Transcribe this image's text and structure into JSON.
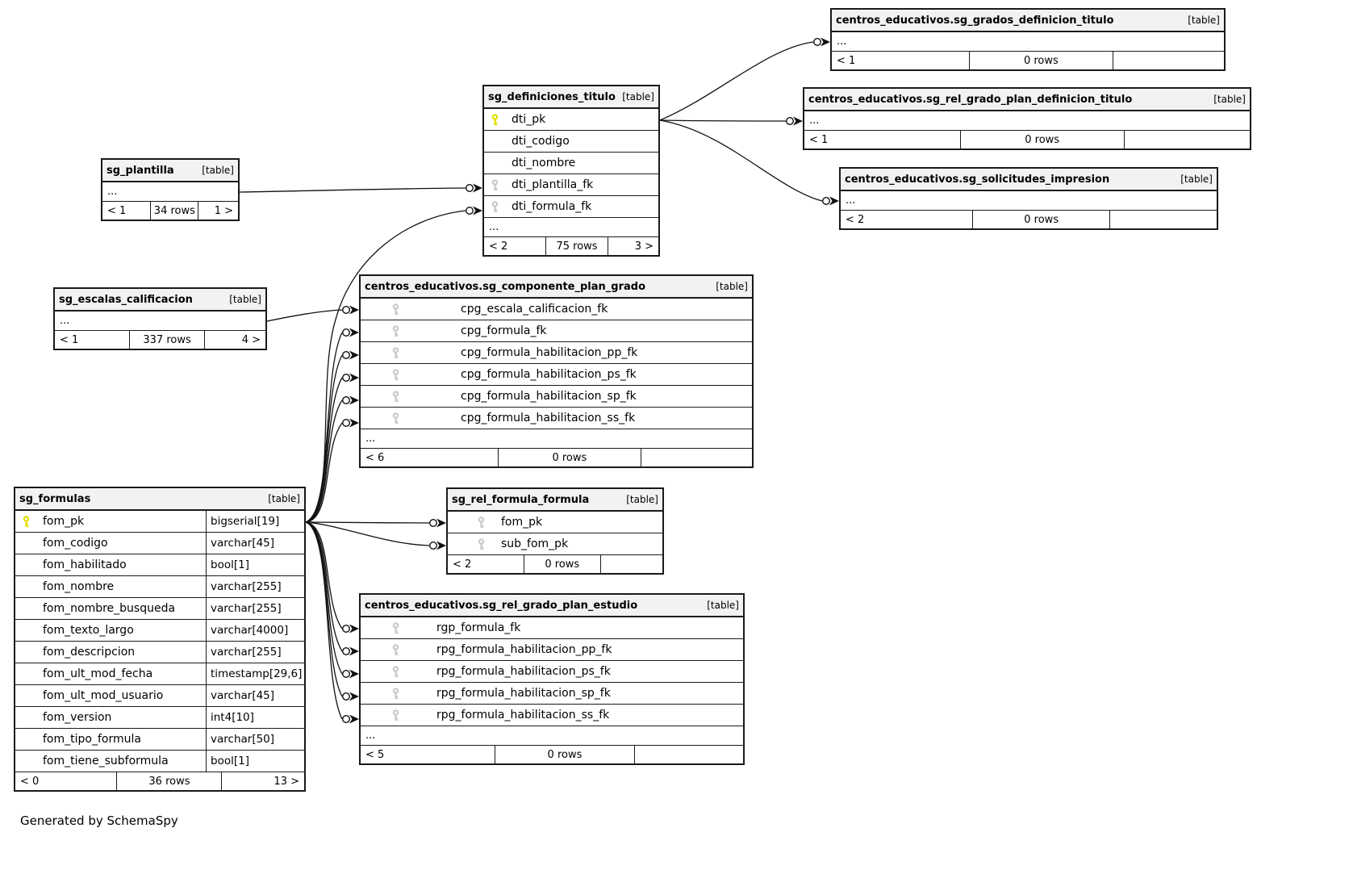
{
  "diagram": {
    "footer_note": "Generated by SchemaSpy"
  },
  "colors": {
    "header_bg": "#f2f2f2",
    "border": "#1a1a1a",
    "wire": "#111111",
    "primary_key": "#e0e000",
    "foreign_key": "#c9c9c9"
  },
  "entities": [
    {
      "id": "sg_grados_definicion_titulo",
      "title": "centros_educativos.sg_grados_definicion_titulo",
      "tag": "[table]",
      "columns": [
        {
          "ellipsis": true,
          "name": "..."
        }
      ],
      "stats": [
        "< 1",
        "0 rows",
        ""
      ]
    },
    {
      "id": "sg_rel_grado_plan_definicion_titulo",
      "title": "centros_educativos.sg_rel_grado_plan_definicion_titulo",
      "tag": "[table]",
      "columns": [
        {
          "ellipsis": true,
          "name": "..."
        }
      ],
      "stats": [
        "< 1",
        "0 rows",
        ""
      ]
    },
    {
      "id": "sg_solicitudes_impresion",
      "title": "centros_educativos.sg_solicitudes_impresion",
      "tag": "[table]",
      "columns": [
        {
          "ellipsis": true,
          "name": "..."
        }
      ],
      "stats": [
        "< 2",
        "0 rows",
        ""
      ]
    },
    {
      "id": "sg_definiciones_titulo",
      "title": "sg_definiciones_titulo",
      "tag": "[table]",
      "columns": [
        {
          "icon": "primary-key-icon",
          "name": "dti_pk"
        },
        {
          "icon": null,
          "name": "dti_codigo"
        },
        {
          "icon": null,
          "name": "dti_nombre"
        },
        {
          "icon": "foreign-key-icon",
          "name": "dti_plantilla_fk"
        },
        {
          "icon": "foreign-key-icon",
          "name": "dti_formula_fk"
        },
        {
          "ellipsis": true,
          "name": "..."
        }
      ],
      "stats": [
        "< 2",
        "75 rows",
        "3 >"
      ]
    },
    {
      "id": "sg_plantilla",
      "title": "sg_plantilla",
      "tag": "[table]",
      "columns": [
        {
          "ellipsis": true,
          "name": "..."
        }
      ],
      "stats": [
        "< 1",
        "34 rows",
        "1 >"
      ]
    },
    {
      "id": "sg_escalas_calificacion",
      "title": "sg_escalas_calificacion",
      "tag": "[table]",
      "columns": [
        {
          "ellipsis": true,
          "name": "..."
        }
      ],
      "stats": [
        "< 1",
        "337 rows",
        "4 >"
      ]
    },
    {
      "id": "sg_componente_plan_grado",
      "title": "centros_educativos.sg_componente_plan_grado",
      "tag": "[table]",
      "columns": [
        {
          "icon": "foreign-key-icon",
          "name": "cpg_escala_calificacion_fk"
        },
        {
          "icon": "foreign-key-icon",
          "name": "cpg_formula_fk"
        },
        {
          "icon": "foreign-key-icon",
          "name": "cpg_formula_habilitacion_pp_fk"
        },
        {
          "icon": "foreign-key-icon",
          "name": "cpg_formula_habilitacion_ps_fk"
        },
        {
          "icon": "foreign-key-icon",
          "name": "cpg_formula_habilitacion_sp_fk"
        },
        {
          "icon": "foreign-key-icon",
          "name": "cpg_formula_habilitacion_ss_fk"
        },
        {
          "ellipsis": true,
          "name": "..."
        }
      ],
      "stats": [
        "< 6",
        "0 rows",
        ""
      ]
    },
    {
      "id": "sg_formulas",
      "title": "sg_formulas",
      "tag": "[table]",
      "columns": [
        {
          "icon": "primary-key-icon",
          "name": "fom_pk",
          "type": "bigserial[19]"
        },
        {
          "icon": null,
          "name": "fom_codigo",
          "type": "varchar[45]"
        },
        {
          "icon": null,
          "name": "fom_habilitado",
          "type": "bool[1]"
        },
        {
          "icon": null,
          "name": "fom_nombre",
          "type": "varchar[255]"
        },
        {
          "icon": null,
          "name": "fom_nombre_busqueda",
          "type": "varchar[255]"
        },
        {
          "icon": null,
          "name": "fom_texto_largo",
          "type": "varchar[4000]"
        },
        {
          "icon": null,
          "name": "fom_descripcion",
          "type": "varchar[255]"
        },
        {
          "icon": null,
          "name": "fom_ult_mod_fecha",
          "type": "timestamp[29,6]"
        },
        {
          "icon": null,
          "name": "fom_ult_mod_usuario",
          "type": "varchar[45]"
        },
        {
          "icon": null,
          "name": "fom_version",
          "type": "int4[10]"
        },
        {
          "icon": null,
          "name": "fom_tipo_formula",
          "type": "varchar[50]"
        },
        {
          "icon": null,
          "name": "fom_tiene_subformula",
          "type": "bool[1]"
        }
      ],
      "stats": [
        "< 0",
        "36 rows",
        "13 >"
      ]
    },
    {
      "id": "sg_rel_formula_formula",
      "title": "sg_rel_formula_formula",
      "tag": "[table]",
      "columns": [
        {
          "icon": "foreign-key-icon",
          "name": "fom_pk"
        },
        {
          "icon": "foreign-key-icon",
          "name": "sub_fom_pk"
        }
      ],
      "stats": [
        "< 2",
        "0 rows",
        ""
      ]
    },
    {
      "id": "sg_rel_grado_plan_estudio",
      "title": "centros_educativos.sg_rel_grado_plan_estudio",
      "tag": "[table]",
      "columns": [
        {
          "icon": "foreign-key-icon",
          "name": "rgp_formula_fk"
        },
        {
          "icon": "foreign-key-icon",
          "name": "rpg_formula_habilitacion_pp_fk"
        },
        {
          "icon": "foreign-key-icon",
          "name": "rpg_formula_habilitacion_ps_fk"
        },
        {
          "icon": "foreign-key-icon",
          "name": "rpg_formula_habilitacion_sp_fk"
        },
        {
          "icon": "foreign-key-icon",
          "name": "rpg_formula_habilitacion_ss_fk"
        },
        {
          "ellipsis": true,
          "name": "..."
        }
      ],
      "stats": [
        "< 5",
        "0 rows",
        ""
      ]
    }
  ]
}
